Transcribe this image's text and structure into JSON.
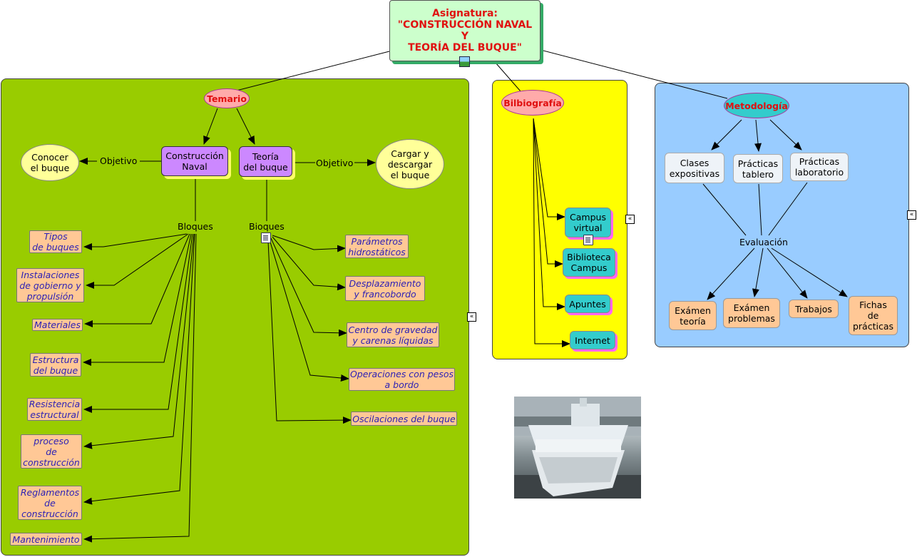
{
  "title": "Asignatura:\n\"CONSTRUCCIÓN NAVAL\nY\nTEORÍA DEL BUQUE\"",
  "temario": {
    "label": "Temario",
    "construccion": "Construcción\nNaval",
    "teoria": "Teoría\ndel buque",
    "conocer": "Conocer\nel buque",
    "cargar": "Cargar y\ndescargar\nel buque",
    "objetivo_left": "Objetivo",
    "objetivo_right": "Objetivo",
    "bloques_left": "Bloques",
    "bloques_right": "Bioques",
    "left_items": [
      "Tipos\nde buques",
      "Instalaciones\nde gobierno y\npropulsión",
      "Materiales",
      "Estructura\ndel buque",
      "Resistencia\nestructural",
      "proceso\nde\nconstrucción",
      "Reglamentos\nde\nconstrucción",
      "Mantenimiento"
    ],
    "right_items": [
      "Parámetros\nhidrostáticos",
      "Desplazamiento\ny francobordo",
      "Centro de gravedad\ny carenas líquidas",
      "Operaciones con pesos\na bordo",
      "Oscilaciones del buque"
    ]
  },
  "bibliografia": {
    "label": "Bilbiografía",
    "items": [
      "Campus\nvirtual",
      "Biblioteca\nCampus",
      "Apuntes",
      "Internet"
    ]
  },
  "metodologia": {
    "label": "Metodología",
    "methods": [
      "Clases\nexpositivas",
      "Prácticas\ntablero",
      "Prácticas\nlaboratorio"
    ],
    "evaluacion": "Evaluación",
    "evals": [
      "Exámen\nteoría",
      "Exámen\nproblemas",
      "Trabajos",
      "Fichas\nde\nprácticas"
    ]
  },
  "colors": {
    "temario_panel": "#99cc00",
    "biblio_panel": "#ffff00",
    "metod_panel": "#99ccff",
    "title_bg": "#ccffcc",
    "title_text": "#e01010"
  },
  "icons": [
    "image-icon",
    "document-icon",
    "collapse-icon"
  ]
}
